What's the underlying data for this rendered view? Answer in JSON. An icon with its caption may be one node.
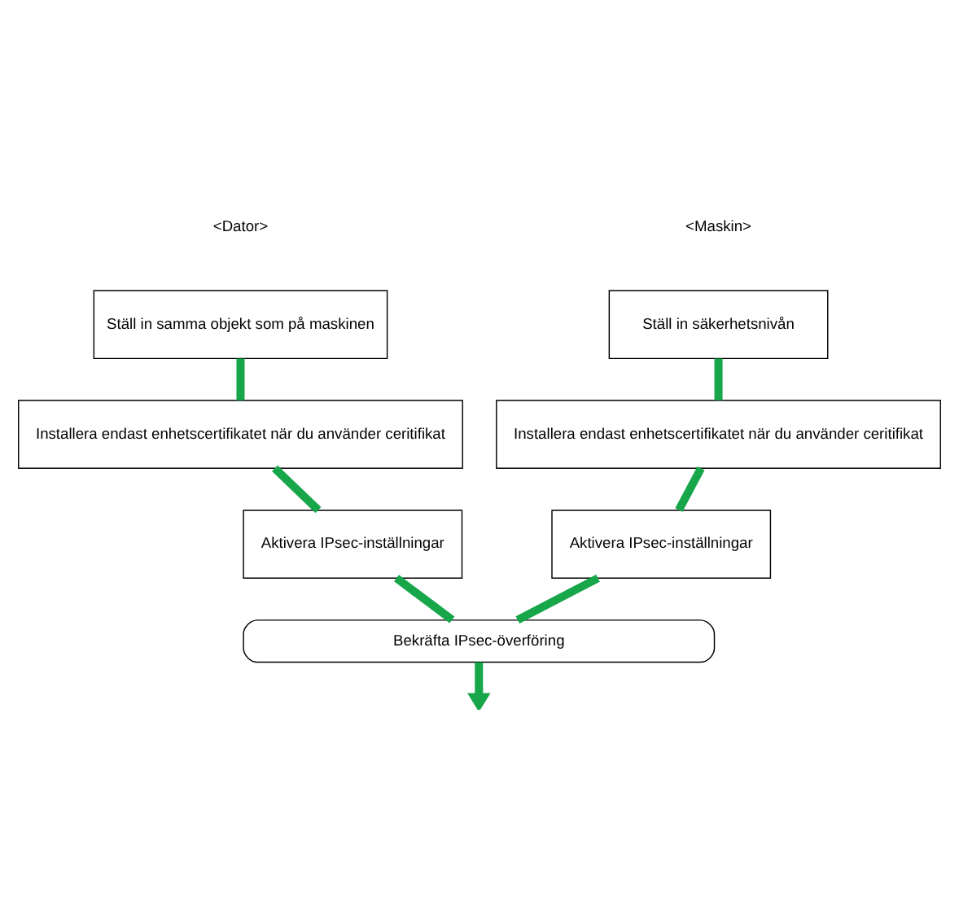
{
  "diagram": {
    "nodes": [
      {
        "text": [
          "Ställ in säkerhetsnivån"
        ]
      },
      {
        "text": [
          "Installera endast enhetscertifikatet när du använder ceritifikat"
        ]
      },
      {
        "text": [
          "Aktivera IPsec-inställningar"
        ]
      },
      {
        "text": [
          "Ställ in samma objekt som på maskinen"
        ]
      },
      {
        "text": [
          "Installera endast enhetscertifikatet när du använder ceritifikat"
        ]
      },
      {
        "text": [
          "Aktivera IPsec-inställningar"
        ]
      },
      {
        "text": [
          "Bekräfta IPsec-överföring"
        ]
      }
    ],
    "edges": [
      {
        "from": 0,
        "to": 1,
        "arrow": "none"
      },
      {
        "from": 1,
        "to": 2,
        "arrow": "none"
      },
      {
        "from": 2,
        "to": 6,
        "arrow": "none"
      },
      {
        "from": 3,
        "to": 4,
        "arrow": "none"
      },
      {
        "from": 4,
        "to": 5,
        "arrow": "none"
      },
      {
        "from": 5,
        "to": 6,
        "arrow": "none"
      },
      {
        "from": 6,
        "to": null,
        "arrow": "to"
      }
    ],
    "labels": [
      "<Maskin>",
      "<Dator>"
    ]
  }
}
